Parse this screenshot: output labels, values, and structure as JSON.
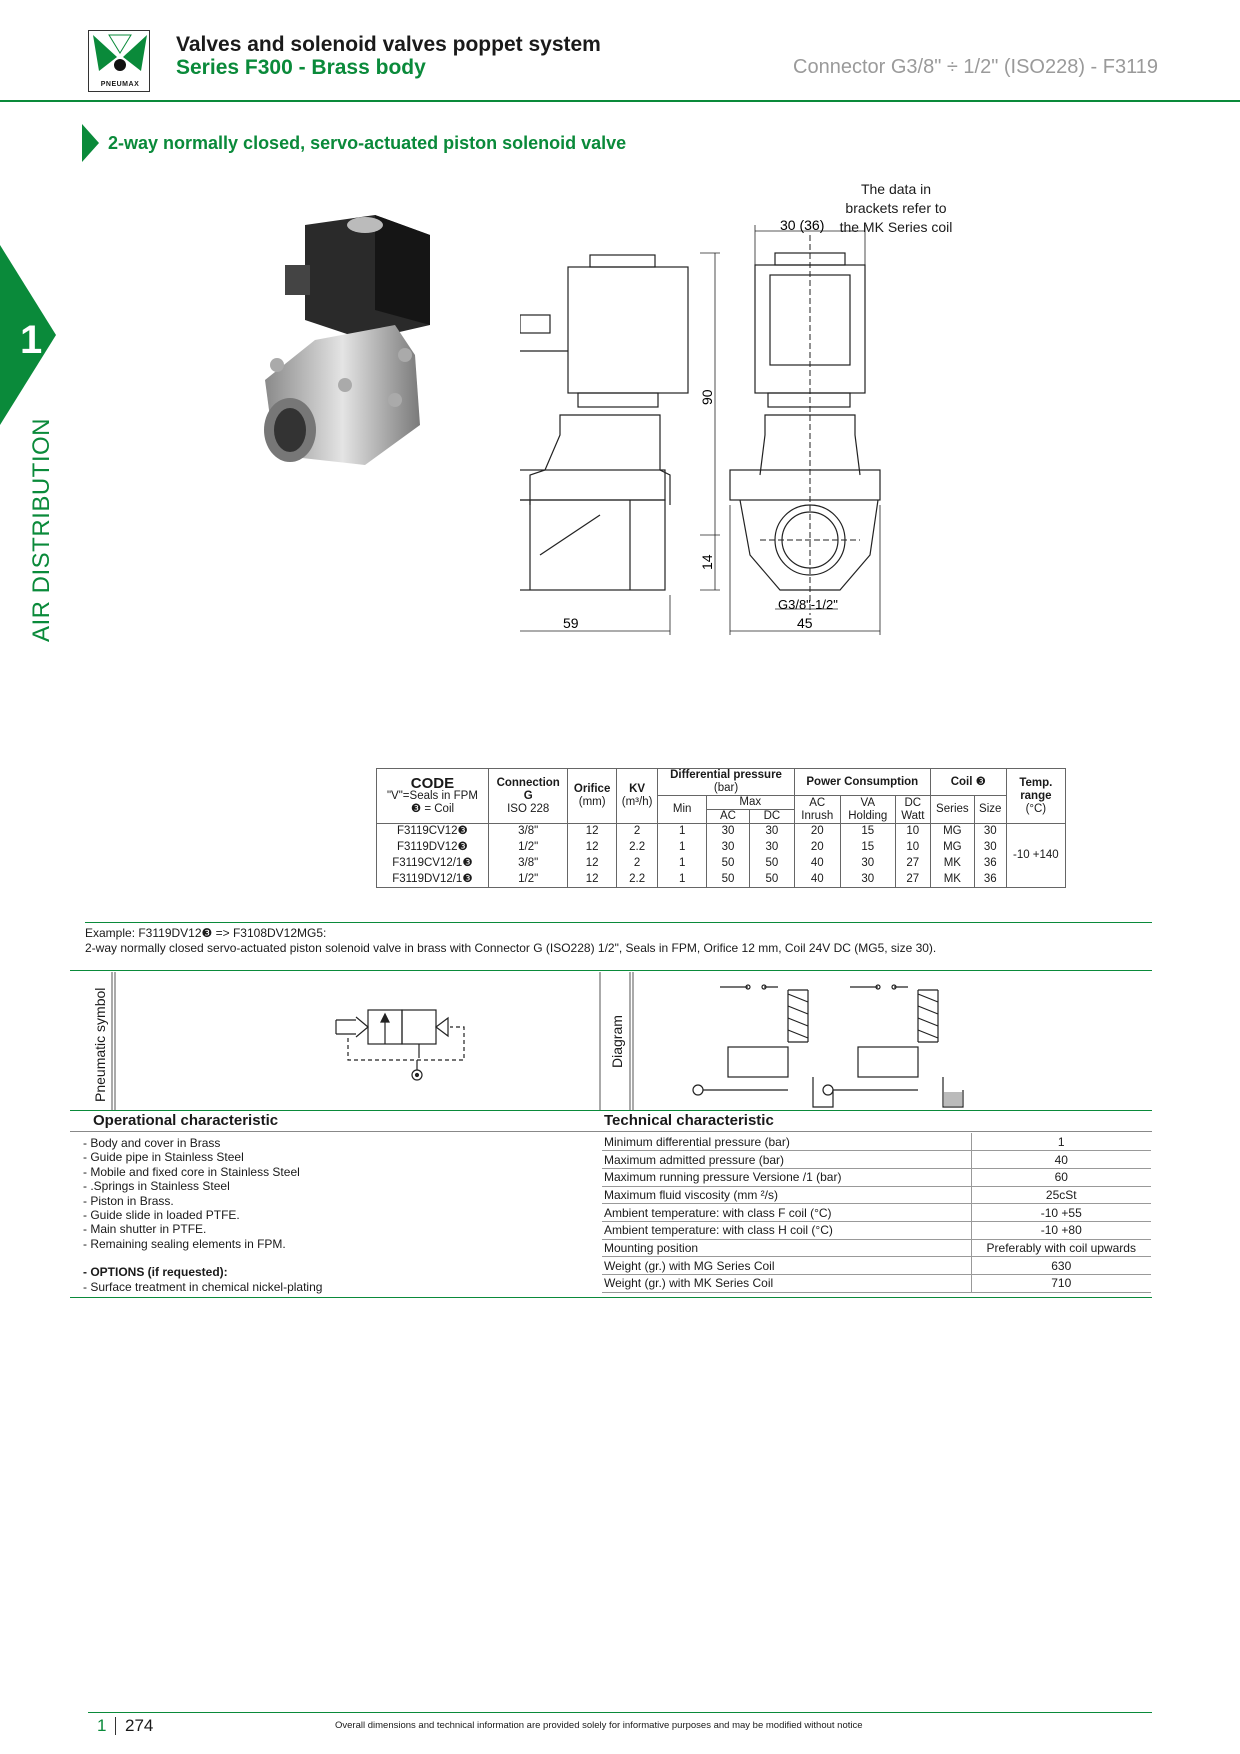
{
  "header": {
    "logo_text": "PNEUMAX",
    "title_line1": "Valves and solenoid valves poppet system",
    "title_line2": "Series F300 - Brass body",
    "title_right": "Connector G3/8\" ÷ 1/2\" (ISO228) - F3119",
    "accent_color": "#0a8a3a"
  },
  "side": {
    "number": "1",
    "label": "AIR DISTRIBUTION"
  },
  "section_title": "2-way normally closed, servo-actuated piston solenoid valve",
  "drawing": {
    "note_lines": [
      "The data in",
      "brackets refer to",
      "the MK Series coil"
    ],
    "dim_top": "30 (36)",
    "dim_height": "90",
    "dim_small": "14",
    "dim_width_left": "59",
    "dim_port": "G3/8\"-1/2\"",
    "dim_width_right": "45"
  },
  "codes_table": {
    "h_code": "CODE",
    "h_code_note1": "\"V\"=Seals in FPM",
    "h_code_note2": "= Coil",
    "h_connection": "Connection",
    "h_connection_g": "G",
    "h_connection_iso": "ISO 228",
    "h_orifice": "Orifice",
    "h_orifice_unit": "(mm)",
    "h_kv": "KV",
    "h_kv_unit": "(m³/h)",
    "h_diff": "Differential pressure",
    "h_diff_unit": "(bar)",
    "h_min": "Min",
    "h_max": "Max",
    "h_ac": "AC",
    "h_dc": "DC",
    "h_power": "Power Consumption",
    "h_ac_inrush_1": "AC",
    "h_ac_inrush_2": "Inrush",
    "h_va_1": "VA",
    "h_va_2": "Holding",
    "h_dc_watt_1": "DC",
    "h_dc_watt_2": "Watt",
    "h_coil": "Coil",
    "h_series": "Series",
    "h_size": "Size",
    "h_temp_1": "Temp.",
    "h_temp_2": "range",
    "h_temp_3": "(°C)",
    "temp_value": "-10 +140",
    "rows": [
      {
        "code": "F3119CV12",
        "conn": "3/8\"",
        "orifice": "12",
        "kv": "2",
        "min": "1",
        "max_ac": "30",
        "max_dc": "30",
        "inrush": "20",
        "holding": "15",
        "watt": "10",
        "series": "MG",
        "size": "30"
      },
      {
        "code": "F3119DV12",
        "conn": "1/2\"",
        "orifice": "12",
        "kv": "2.2",
        "min": "1",
        "max_ac": "30",
        "max_dc": "30",
        "inrush": "20",
        "holding": "15",
        "watt": "10",
        "series": "MG",
        "size": "30"
      },
      {
        "code": "F3119CV12/1",
        "conn": "3/8\"",
        "orifice": "12",
        "kv": "2",
        "min": "1",
        "max_ac": "50",
        "max_dc": "50",
        "inrush": "40",
        "holding": "30",
        "watt": "27",
        "series": "MK",
        "size": "36"
      },
      {
        "code": "F3119DV12/1",
        "conn": "1/2\"",
        "orifice": "12",
        "kv": "2.2",
        "min": "1",
        "max_ac": "50",
        "max_dc": "50",
        "inrush": "40",
        "holding": "30",
        "watt": "27",
        "series": "MK",
        "size": "36"
      }
    ]
  },
  "example": {
    "line1_a": "Example: F3119DV12",
    "line1_b": " => F3108DV12MG5:",
    "line2": "2-way normally closed servo-actuated piston solenoid valve in brass with Connector G (ISO228) 1/2\", Seals in FPM, Orifice 12 mm, Coil 24V DC (MG5, size 30)."
  },
  "symbol_labels": {
    "pneumatic": "Pneumatic symbol",
    "diagram": "Diagram"
  },
  "operational": {
    "title": "Operational characteristic",
    "items": [
      "- Body and cover in Brass",
      "- Guide pipe in Stainless Steel",
      "- Mobile and fixed core in Stainless Steel",
      "- .Springs in Stainless Steel",
      "- Piston in Brass.",
      "- Guide slide in loaded PTFE.",
      "- Main shutter in PTFE.",
      "- Remaining sealing elements in FPM."
    ],
    "options_title": "- OPTIONS (if requested):",
    "options_item": "- Surface treatment in chemical nickel-plating"
  },
  "technical": {
    "title": "Technical characteristic",
    "rows": [
      {
        "label": "Minimum differential pressure (bar)",
        "value": "1"
      },
      {
        "label": "Maximum admitted pressure (bar)",
        "value": "40"
      },
      {
        "label": "Maximum running pressure Versione /1 (bar)",
        "value": "60"
      },
      {
        "label": "Maximum fluid viscosity (mm ²/s)",
        "value": "25cSt"
      },
      {
        "label": "Ambient temperature: with class F coil (°C)",
        "value": "-10 +55"
      },
      {
        "label": "Ambient temperature: with class H coil (°C)",
        "value": "-10 +80"
      },
      {
        "label": "Mounting position",
        "value": "Preferably with coil upwards"
      },
      {
        "label": "Weight (gr.) with MG Series Coil",
        "value": "630"
      },
      {
        "label": "Weight (gr.) with MK Series Coil",
        "value": "710"
      }
    ]
  },
  "footer": {
    "chapter": "1",
    "page": "274",
    "note": "Overall dimensions and technical information are provided solely for informative purposes and may be modified without notice"
  }
}
